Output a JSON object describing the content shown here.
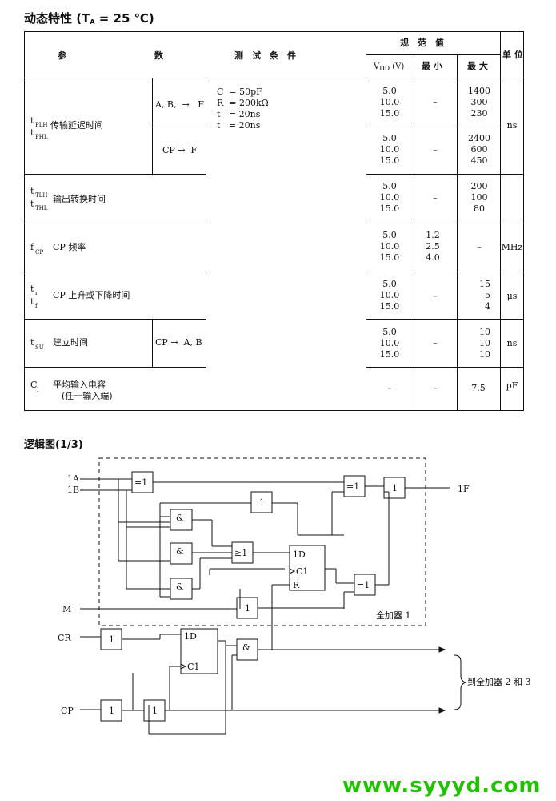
{
  "title_main": "动态特性",
  "title_cond": "(T",
  "title_sub": "A",
  "title_val": " = 25 ℃)",
  "logic_title": "逻辑图(1/3)",
  "headers": {
    "param_a": "参",
    "param_b": "数",
    "test": "测　试　条　件",
    "spec": "规　范　值",
    "vdd": "V",
    "vdd_sub": "DD",
    "vdd_unit": " (V)",
    "min": "最 小",
    "max": "最 大",
    "unit": "单 位"
  },
  "conditions": "C  = 50pF\nR  = 200kΩ\nt   = 20ns\nt   = 20ns",
  "rows": {
    "tp": {
      "sym": "t\nt",
      "sub1": "PLH",
      "sub2": "PHL",
      "name": "传输延迟时间",
      "path1": "A, B,  →   F",
      "path2": "CP →  F",
      "vdd1": "5.0\n10.0\n15.0",
      "min1": "–",
      "max1": "1400\n300\n230",
      "vdd2": "5.0\n10.0\n15.0",
      "min2": "–",
      "max2": "2400\n600\n450",
      "unit": "ns"
    },
    "tt": {
      "sym": "t\nt",
      "sub1": "TLH",
      "sub2": "THL",
      "name": "输出转换时间",
      "vdd": "5.0\n10.0\n15.0",
      "min": "–",
      "max": "200\n100\n80"
    },
    "fcp": {
      "sym": "f",
      "sub": "CP",
      "name": "CP 频率",
      "vdd": "5.0\n10.0\n15.0",
      "min": "1.2\n2.5\n4.0",
      "max": "–",
      "unit": "MHz"
    },
    "tr": {
      "sym": "t\nt",
      "sub1": "r",
      "sub2": "f",
      "name": "CP 上升或下降时间",
      "vdd": "5.0\n10.0\n15.0",
      "min": "–",
      "max": "15\n5\n4",
      "unit": "μs"
    },
    "tsu": {
      "sym": "t",
      "sub": "SU",
      "name": "建立时间",
      "path": "CP →  A, B",
      "vdd": "5.0\n10.0\n15.0",
      "min": "–",
      "max": "10\n10\n10",
      "unit": "ns"
    },
    "ci": {
      "sym": "C",
      "sub": "I",
      "name": "平均输入电容\n　(任一输入端)",
      "vdd": "–",
      "min": "–",
      "max": "7.5",
      "unit": "pF"
    }
  },
  "diagram": {
    "in_1a": "1A",
    "in_1b": "1B",
    "in_m": "M",
    "in_cr": "CR",
    "in_cp": "CP",
    "out_1f": "1F",
    "g_xor": "=1",
    "g_and": "&",
    "g_or": "≥1",
    "g_not": "1",
    "ff_d": "1D",
    "ff_c": "C1",
    "ff_r": "R",
    "ff2_d": "1D",
    "ff2_c": "C1",
    "adder_label": "全加器 1",
    "to_label": "到全加器 2 和 3"
  },
  "watermark": "www.syyyd.com"
}
